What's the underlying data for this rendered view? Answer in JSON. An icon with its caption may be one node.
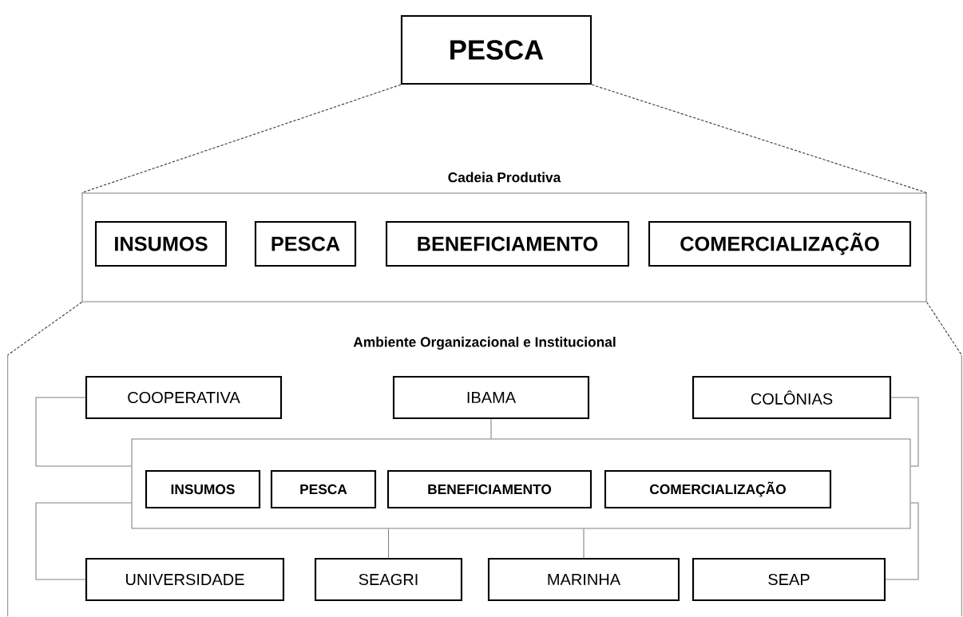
{
  "diagram": {
    "nodes": [
      {
        "text": [
          "PESCA"
        ]
      },
      {
        "text": [
          "Cadeia Produtiva"
        ]
      },
      {
        "text": [
          "INSUMOS"
        ],
        "in": 1
      },
      {
        "text": [
          "PESCA"
        ],
        "in": 1
      },
      {
        "text": [
          "BENEFICIAMENTO"
        ],
        "in": 1
      },
      {
        "text": [
          "COMERCIALIZAÇÃO"
        ],
        "in": 1
      },
      {
        "text": [
          "Ambiente Organizacional e Institucional"
        ]
      },
      {
        "text": [
          "COOPERATIVA"
        ],
        "in": 6
      },
      {
        "text": [
          "IBAMA"
        ],
        "in": 6
      },
      {
        "text": [
          "COLÔNIAS"
        ],
        "in": 6
      },
      {
        "text": [],
        "shape": "box",
        "in": 6
      },
      {
        "text": [
          "INSUMOS"
        ],
        "in": 10
      },
      {
        "text": [
          "PESCA"
        ],
        "in": 10
      },
      {
        "text": [
          "BENEFICIAMENTO"
        ],
        "in": 10
      },
      {
        "text": [
          "COMERCIALIZAÇÃO"
        ],
        "in": 10
      },
      {
        "text": [
          "UNIVERSIDADE"
        ],
        "in": 6
      },
      {
        "text": [
          "SEAGRI"
        ],
        "in": 6
      },
      {
        "text": [
          "MARINHA"
        ],
        "in": 6
      },
      {
        "text": [
          "SEAP"
        ],
        "in": 6
      }
    ],
    "edges": [
      {
        "from": 0,
        "to": 1,
        "arrow": "none",
        "style": "dashed",
        "color": "#333333"
      },
      {
        "from": 0,
        "to": 1,
        "arrow": "none",
        "style": "dashed",
        "color": "#333333"
      },
      {
        "from": 1,
        "to": 6,
        "arrow": "none",
        "style": "dashed",
        "color": "#333333"
      },
      {
        "from": 1,
        "to": 6,
        "arrow": "none",
        "style": "dashed",
        "color": "#333333"
      },
      {
        "from": 7,
        "to": 10,
        "arrow": "none"
      },
      {
        "from": 8,
        "to": 10,
        "arrow": "none"
      },
      {
        "from": 9,
        "to": 10,
        "arrow": "none"
      },
      {
        "from": 10,
        "to": 15,
        "arrow": "none"
      },
      {
        "from": 10,
        "to": 16,
        "arrow": "none"
      },
      {
        "from": 10,
        "to": 17,
        "arrow": "none"
      },
      {
        "from": 10,
        "to": 18,
        "arrow": "none"
      }
    ]
  }
}
